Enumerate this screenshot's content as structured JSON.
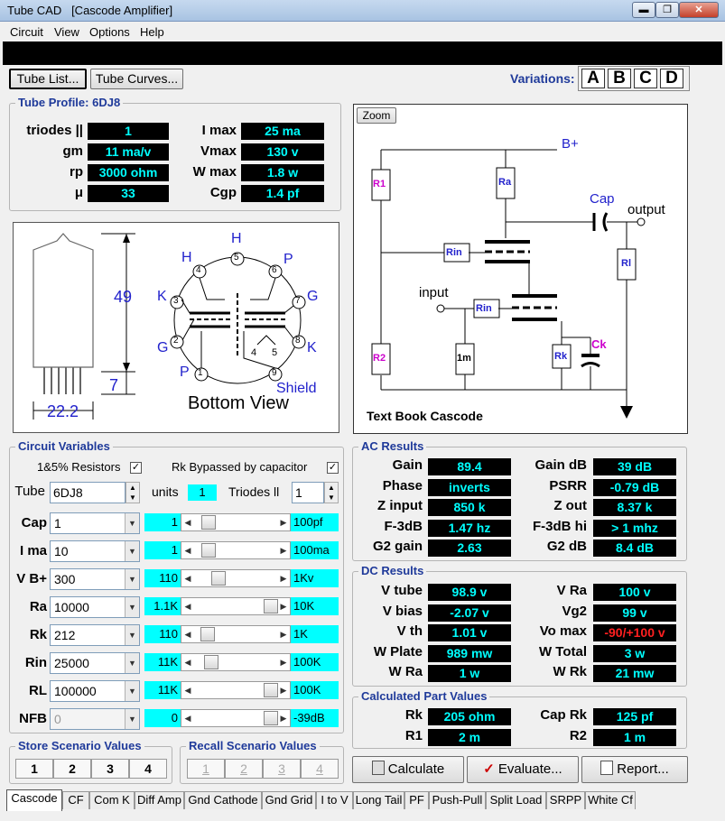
{
  "window": {
    "title": "Tube CAD",
    "subtitle": "[Cascode Amplifier]",
    "min": "▬",
    "max": "❐",
    "close": "✕"
  },
  "menu": [
    "Circuit",
    "View",
    "Options",
    "Help"
  ],
  "toolbar": {
    "tube_list": "Tube List...",
    "tube_curves": "Tube Curves...",
    "variations_label": "Variations:",
    "variations": [
      "A",
      "B",
      "C",
      "D"
    ]
  },
  "profile": {
    "title": "Tube Profile: 6DJ8",
    "rows": [
      {
        "l": "triodes ||",
        "v": "1",
        "l2": "I max",
        "v2": "25 ma"
      },
      {
        "l": "gm",
        "v": "11 ma/v",
        "l2": "Vmax",
        "v2": "130 v"
      },
      {
        "l": "rp",
        "v": "3000 ohm",
        "l2": "W max",
        "v2": "1.8 w"
      },
      {
        "l": "μ",
        "v": "33",
        "l2": "Cgp",
        "v2": "1.4 pf"
      }
    ]
  },
  "tube_drawing": {
    "height": "49",
    "pins": "7",
    "dia": "22.2",
    "view": "Bottom View",
    "pin_labels": {
      "H1": "H",
      "H2": "H",
      "P1": "P",
      "K1": "K",
      "G1": "G",
      "G2": "G",
      "K2": "K",
      "P2": "P",
      "shield": "Shield"
    },
    "pin_nums": [
      "1",
      "2",
      "3",
      "4",
      "5",
      "6",
      "7",
      "8",
      "9"
    ],
    "heater": [
      "4",
      "5"
    ]
  },
  "schematic": {
    "zoom": "Zoom",
    "bplus": "B+",
    "cap": "Cap",
    "output": "output",
    "input": "input",
    "R1": "R1",
    "R2": "R2",
    "Ra": "Ra",
    "Rin": "Rin",
    "Rin2": "Rin",
    "Rl": "Rl",
    "m1": "1m",
    "Rk": "Rk",
    "Ck": "Ck",
    "caption": "Text Book Cascode"
  },
  "circuit_vars": {
    "title": "Circuit Variables",
    "resistors": "1&5% Resistors",
    "rk_bypass": "Rk Bypassed by capacitor",
    "check": "✓",
    "tube_label": "Tube",
    "tube_value": "6DJ8",
    "units_label": "units",
    "units_value": "1",
    "triodes_label": "Triodes ll",
    "triodes_value": "1",
    "rows": [
      {
        "l": "Cap",
        "v": "1",
        "n": "1",
        "r": "100pf",
        "pos": 0.12
      },
      {
        "l": "I ma",
        "v": "10",
        "n": "1",
        "r": "100ma",
        "pos": 0.12
      },
      {
        "l": "V B+",
        "v": "300",
        "n": "110",
        "r": "1Kv",
        "pos": 0.25
      },
      {
        "l": "Ra",
        "v": "10000",
        "n": "1.1K",
        "r": "10K",
        "pos": 1.0
      },
      {
        "l": "Rk",
        "v": "212",
        "n": "110",
        "r": "1K",
        "pos": 0.1
      },
      {
        "l": "Rin",
        "v": "25000",
        "n": "11K",
        "r": "100K",
        "pos": 0.15
      },
      {
        "l": "RL",
        "v": "100000",
        "n": "11K",
        "r": "100K",
        "pos": 1.0
      },
      {
        "l": "NFB",
        "v": "0",
        "n": "0",
        "r": "-39dB",
        "pos": 1.0
      }
    ]
  },
  "ac": {
    "title": "AC Results",
    "rows": [
      {
        "l": "Gain",
        "v": "89.4",
        "l2": "Gain dB",
        "v2": "39 dB"
      },
      {
        "l": "Phase",
        "v": "inverts",
        "l2": "PSRR",
        "v2": "-0.79 dB"
      },
      {
        "l": "Z input",
        "v": "850 k",
        "l2": "Z out",
        "v2": "8.37 k"
      },
      {
        "l": "F-3dB",
        "v": "1.47 hz",
        "l2": "F-3dB hi",
        "v2": "> 1 mhz"
      },
      {
        "l": "G2 gain",
        "v": "2.63",
        "l2": "G2 dB",
        "v2": "8.4 dB"
      }
    ]
  },
  "dc": {
    "title": "DC Results",
    "rows": [
      {
        "l": "V tube",
        "v": "98.9 v",
        "l2": "V Ra",
        "v2": "100 v"
      },
      {
        "l": "V bias",
        "v": "-2.07 v",
        "l2": "Vg2",
        "v2": "99 v"
      },
      {
        "l": "V th",
        "v": "1.01 v",
        "l2": "Vo max",
        "v2": "-90/+100 v"
      },
      {
        "l": "W Plate",
        "v": "989 mw",
        "l2": "W Total",
        "v2": "3 w"
      },
      {
        "l": "W Ra",
        "v": "1 w",
        "l2": "W Rk",
        "v2": "21 mw"
      }
    ]
  },
  "calc": {
    "title": "Calculated Part Values",
    "rows": [
      {
        "l": "Rk",
        "v": "205 ohm",
        "l2": "Cap Rk",
        "v2": "125 pf"
      },
      {
        "l": "R1",
        "v": "2 m",
        "l2": "R2",
        "v2": "1 m"
      }
    ]
  },
  "store": {
    "title": "Store Scenario Values",
    "btns": [
      "1",
      "2",
      "3",
      "4"
    ]
  },
  "recall": {
    "title": "Recall Scenario Values",
    "btns": [
      "1",
      "2",
      "3",
      "4"
    ]
  },
  "actions": {
    "calculate": "Calculate",
    "evaluate": "Evaluate...",
    "report": "Report..."
  },
  "tabs": [
    "Cascode",
    "CF",
    "Com K",
    "Diff Amp",
    "Gnd Cathode",
    "Gnd Grid",
    "I to V",
    "Long Tail",
    "PF",
    "Push-Pull",
    "Split Load",
    "SRPP",
    "White Cf"
  ]
}
